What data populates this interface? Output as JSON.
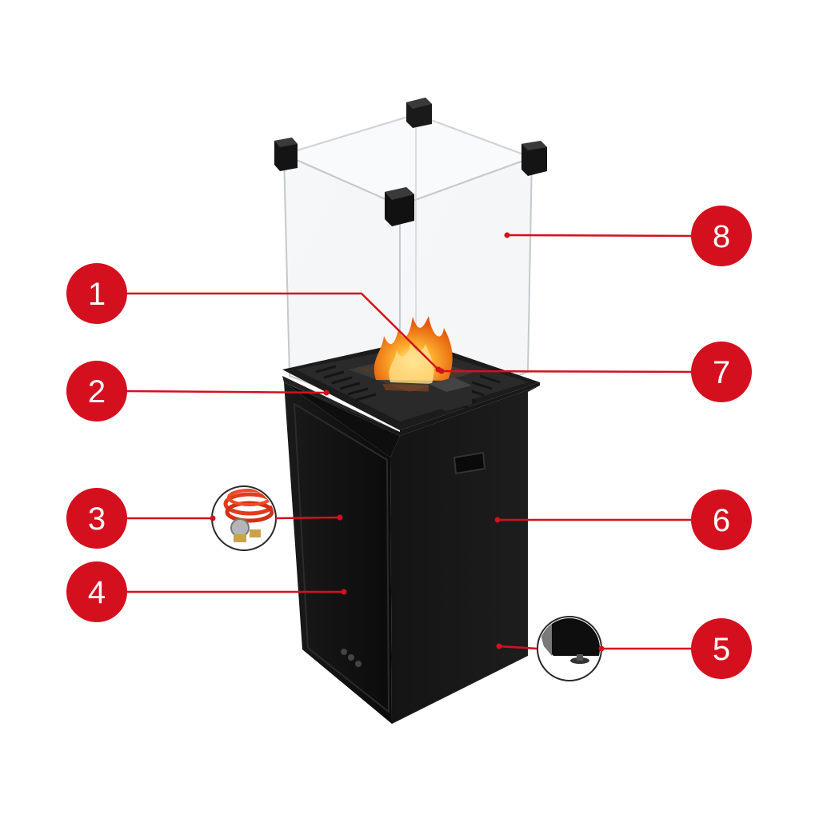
{
  "diagram": {
    "accent_color": "#d4101f",
    "callouts": [
      {
        "label": "1"
      },
      {
        "label": "2"
      },
      {
        "label": "3"
      },
      {
        "label": "4"
      },
      {
        "label": "5"
      },
      {
        "label": "6"
      },
      {
        "label": "7"
      },
      {
        "label": "8"
      }
    ],
    "insets": [
      {
        "icon": "gas-hose-regulator-icon"
      },
      {
        "icon": "adjustable-foot-icon"
      }
    ]
  }
}
